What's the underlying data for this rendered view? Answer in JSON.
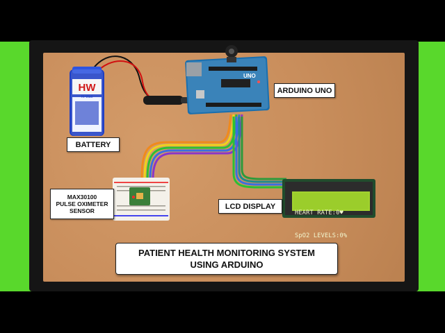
{
  "labels": {
    "battery": "BATTERY",
    "arduino": "ARDUINO UNO",
    "sensor": "MAX30100\nPULSE OXIMETER\nSENSOR",
    "lcd": "LCD DISPLAY",
    "title": "PATIENT HEALTH MONITORING SYSTEM\nUSING ARDUINO"
  },
  "battery": {
    "brand": "HW",
    "sub": "Hi-Watt"
  },
  "arduino": {
    "board_text": "UNO"
  },
  "lcd": {
    "line1": "HEART RATE:0♥",
    "line2": "SpO2 LEVELS:0%"
  },
  "colors": {
    "board": "#c98e5c",
    "background": "#59d82c",
    "arduino": "#1a6fae",
    "lcd_screen": "#9bcf1e"
  }
}
